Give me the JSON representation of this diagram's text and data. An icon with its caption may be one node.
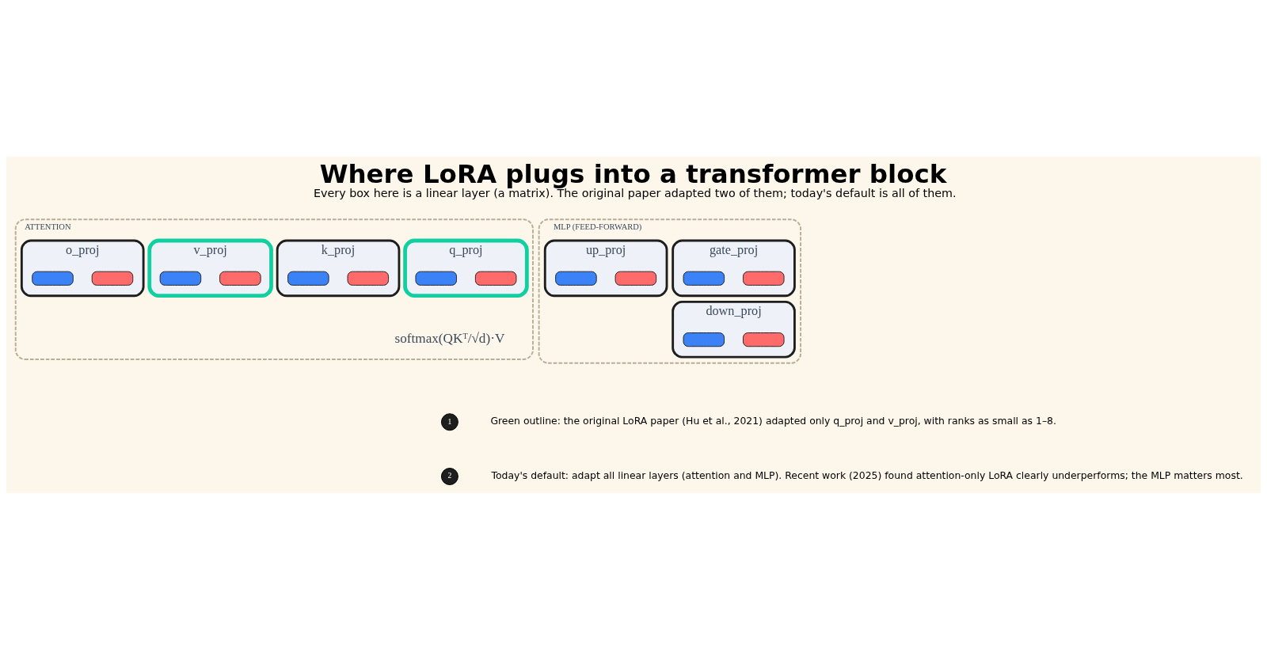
{
  "diagram": {
    "title": "Where LoRA plugs into a transformer block",
    "caption": "Every box here is a linear layer (a matrix). The original paper adapted two of them; today's default is all of them.",
    "nodes": [
      {
        "text": [
          "ATTENTION"
        ]
      },
      {
        "text": [
          "q_proj"
        ],
        "in": 0
      },
      {
        "text": [],
        "shape": "bar",
        "in": 1
      },
      {
        "text": [],
        "shape": "bar",
        "in": 1
      },
      {
        "text": [
          "k_proj"
        ],
        "in": 0
      },
      {
        "text": [],
        "shape": "bar",
        "in": 4
      },
      {
        "text": [],
        "shape": "bar",
        "in": 4
      },
      {
        "text": [
          "v_proj"
        ],
        "in": 0
      },
      {
        "text": [],
        "shape": "bar",
        "in": 7
      },
      {
        "text": [],
        "shape": "bar",
        "in": 7
      },
      {
        "text": [
          "o_proj"
        ],
        "in": 0
      },
      {
        "text": [],
        "shape": "bar",
        "in": 10
      },
      {
        "text": [],
        "shape": "bar",
        "in": 10
      },
      {
        "text": [
          "MLP (FEED-FORWARD)"
        ]
      },
      {
        "text": [
          "gate_proj"
        ],
        "in": 13
      },
      {
        "text": [],
        "shape": "bar",
        "in": 14
      },
      {
        "text": [],
        "shape": "bar",
        "in": 14
      },
      {
        "text": [
          "up_proj"
        ],
        "in": 13
      },
      {
        "text": [],
        "shape": "bar",
        "in": 17
      },
      {
        "text": [],
        "shape": "bar",
        "in": 17
      },
      {
        "text": [
          "down_proj"
        ],
        "in": 13
      },
      {
        "text": [],
        "shape": "bar",
        "in": 20
      },
      {
        "text": [],
        "shape": "bar",
        "in": 20
      }
    ],
    "edges": [],
    "labels": [
      "softmax(QKᵀ/√d)·V",
      "1",
      "Green outline: the original LoRA paper (Hu et al., 2021) adapted only q_proj and v_proj, with ranks as small as 1–8.",
      "2",
      "Today's default: adapt all linear layers (attention and MLP). Recent work (2025) found attention-only LoRA clearly underperforms; the MLP matters most."
    ]
  }
}
